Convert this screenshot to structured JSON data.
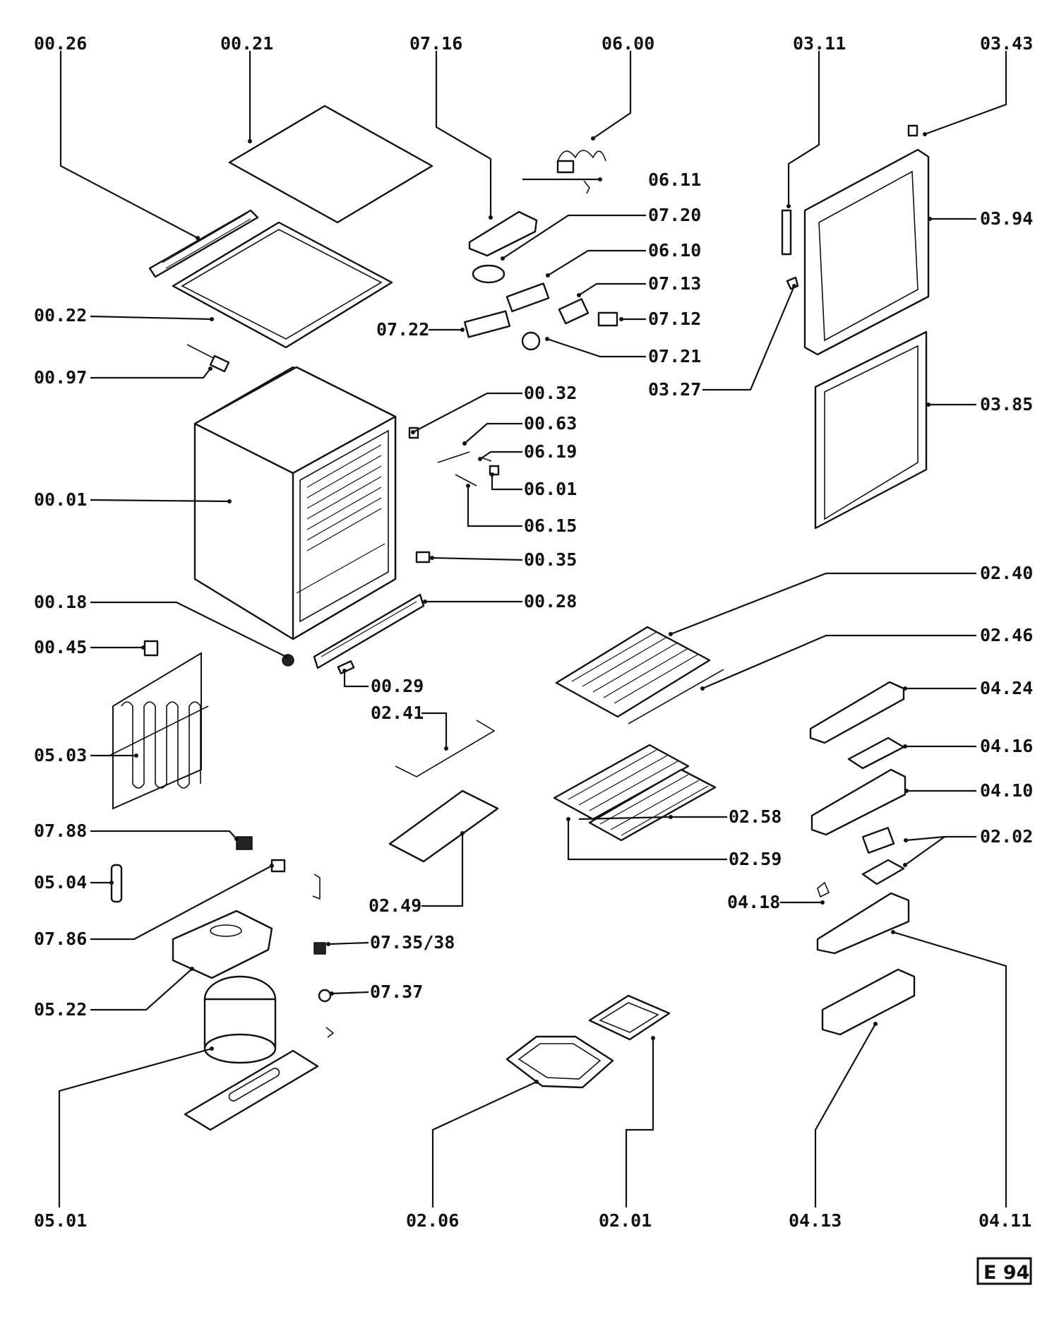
{
  "diagram_ref": "E 94",
  "parts": [
    {
      "id": "p0026",
      "label": "00.26"
    },
    {
      "id": "p0021",
      "label": "00.21"
    },
    {
      "id": "p0716",
      "label": "07.16"
    },
    {
      "id": "p0600",
      "label": "06.00"
    },
    {
      "id": "p0311",
      "label": "03.11"
    },
    {
      "id": "p0343",
      "label": "03.43"
    },
    {
      "id": "p0611",
      "label": "06.11"
    },
    {
      "id": "p0720",
      "label": "07.20"
    },
    {
      "id": "p0394",
      "label": "03.94"
    },
    {
      "id": "p0610",
      "label": "06.10"
    },
    {
      "id": "p0713",
      "label": "07.13"
    },
    {
      "id": "p0022",
      "label": "00.22"
    },
    {
      "id": "p0712",
      "label": "07.12"
    },
    {
      "id": "p0722",
      "label": "07.22"
    },
    {
      "id": "p0721",
      "label": "07.21"
    },
    {
      "id": "p0097",
      "label": "00.97"
    },
    {
      "id": "p0327",
      "label": "03.27"
    },
    {
      "id": "p0032",
      "label": "00.32"
    },
    {
      "id": "p0385",
      "label": "03.85"
    },
    {
      "id": "p0063",
      "label": "00.63"
    },
    {
      "id": "p0619",
      "label": "06.19"
    },
    {
      "id": "p0001",
      "label": "00.01"
    },
    {
      "id": "p0601",
      "label": "06.01"
    },
    {
      "id": "p0615",
      "label": "06.15"
    },
    {
      "id": "p0035",
      "label": "00.35"
    },
    {
      "id": "p0240",
      "label": "02.40"
    },
    {
      "id": "p0018",
      "label": "00.18"
    },
    {
      "id": "p0028",
      "label": "00.28"
    },
    {
      "id": "p0246",
      "label": "02.46"
    },
    {
      "id": "p0045",
      "label": "00.45"
    },
    {
      "id": "p0029",
      "label": "00.29"
    },
    {
      "id": "p0424",
      "label": "04.24"
    },
    {
      "id": "p0241",
      "label": "02.41"
    },
    {
      "id": "p0416",
      "label": "04.16"
    },
    {
      "id": "p0503",
      "label": "05.03"
    },
    {
      "id": "p0410",
      "label": "04.10"
    },
    {
      "id": "p0258",
      "label": "02.58"
    },
    {
      "id": "p0788",
      "label": "07.88"
    },
    {
      "id": "p0202",
      "label": "02.02"
    },
    {
      "id": "p0259",
      "label": "02.59"
    },
    {
      "id": "p0504",
      "label": "05.04"
    },
    {
      "id": "p0418",
      "label": "04.18"
    },
    {
      "id": "p0249",
      "label": "02.49"
    },
    {
      "id": "p0786",
      "label": "07.86"
    },
    {
      "id": "p073538",
      "label": "07.35/38"
    },
    {
      "id": "p0522",
      "label": "05.22"
    },
    {
      "id": "p0737",
      "label": "07.37"
    },
    {
      "id": "p0501",
      "label": "05.01"
    },
    {
      "id": "p0206",
      "label": "02.06"
    },
    {
      "id": "p0201",
      "label": "02.01"
    },
    {
      "id": "p0413",
      "label": "04.13"
    },
    {
      "id": "p0411",
      "label": "04.11"
    }
  ]
}
